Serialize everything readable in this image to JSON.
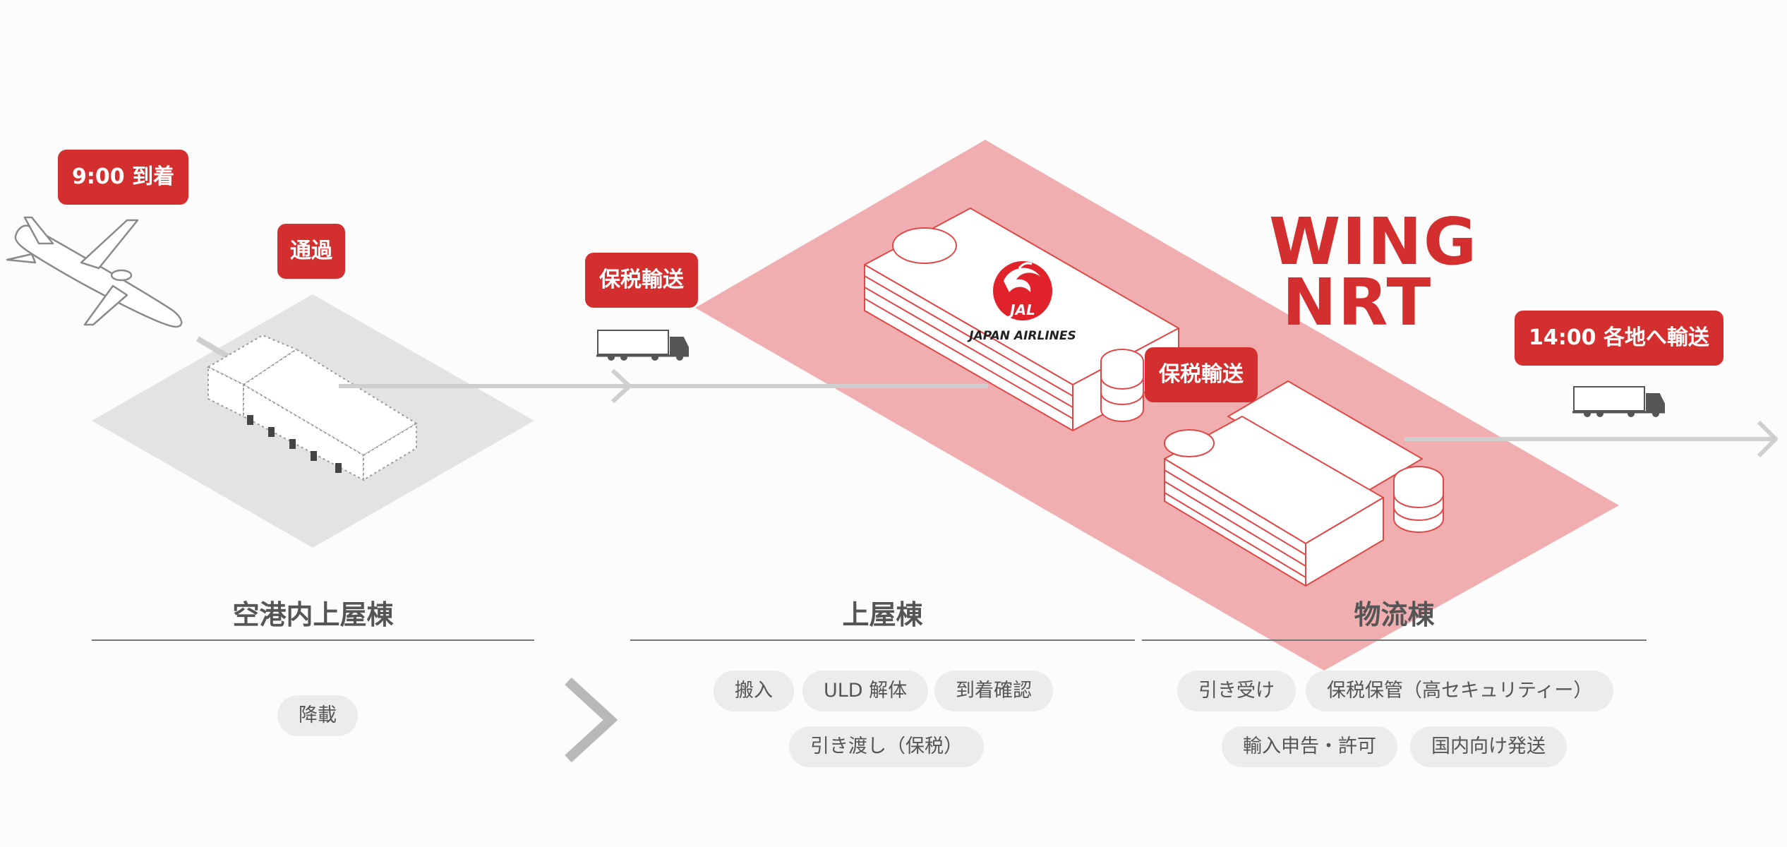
{
  "badges": {
    "arrival": "9:00 到着",
    "pass": "通過",
    "bonded1": "保税輸送",
    "bonded2": "保税輸送",
    "departure": "14:00 各地へ輸送"
  },
  "brand": {
    "wing_line1": "WING",
    "wing_line2": "NRT",
    "airline": "JAPAN AIRLINES",
    "logo": "JAL",
    "accent_color": "#d32f2f",
    "zone_color": "#f0aeb0"
  },
  "sections": [
    {
      "title": "空港内上屋棟",
      "chips": [
        "降載"
      ]
    },
    {
      "title": "上屋棟",
      "chips": [
        "搬入",
        "ULD 解体",
        "到着確認",
        "引き渡し（保税）"
      ]
    },
    {
      "title": "物流棟",
      "chips": [
        "引き受け",
        "保税保管（高セキュリティー）",
        "輸入申告・許可",
        "国内向け発送"
      ]
    }
  ],
  "icons": [
    "airplane-icon",
    "truck-icon",
    "chevron-right-icon",
    "arrow-right-icon"
  ]
}
